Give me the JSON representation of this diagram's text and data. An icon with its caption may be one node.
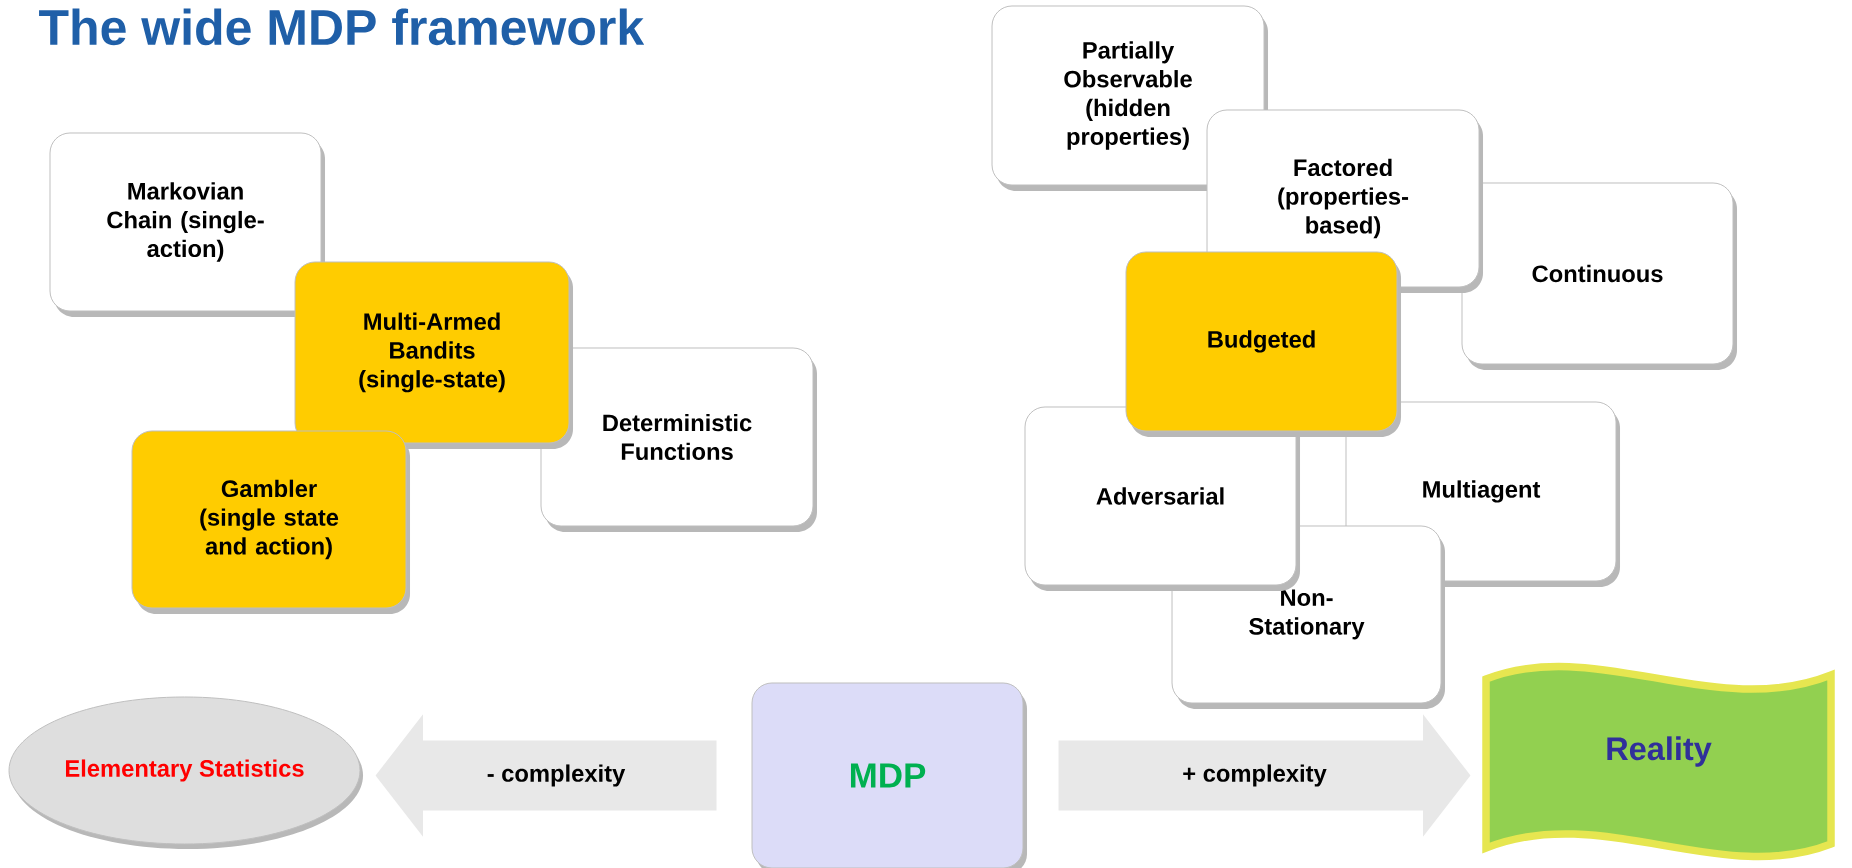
{
  "diagram": {
    "title": "The wide MDP framework",
    "nodes": [
      {
        "text": [
          "Markovian Chain (single-action)"
        ]
      },
      {
        "text": [
          "Multi-Armed Bandits (single-state)"
        ]
      },
      {
        "text": [
          "Deterministic Functions"
        ]
      },
      {
        "text": [
          "Gambler (single state and action)"
        ]
      },
      {
        "text": [
          "Partially Observable (hidden properties)"
        ]
      },
      {
        "text": [
          "Factored (properties-based)"
        ]
      },
      {
        "text": [
          "Continuous"
        ]
      },
      {
        "text": [
          "Budgeted"
        ]
      },
      {
        "text": [
          "Adversarial"
        ]
      },
      {
        "text": [
          "Multiagent"
        ]
      },
      {
        "text": [
          "Non-Stationary"
        ]
      },
      {
        "text": [
          "Elementary Statistics"
        ]
      },
      {
        "text": [
          "MDP"
        ]
      },
      {
        "text": [
          "Reality"
        ]
      }
    ],
    "edges": [
      {
        "from": 12,
        "to": 11,
        "arrow": "to",
        "label": "- complexity"
      },
      {
        "from": 12,
        "to": 13,
        "arrow": "to",
        "label": "+ complexity"
      }
    ]
  }
}
